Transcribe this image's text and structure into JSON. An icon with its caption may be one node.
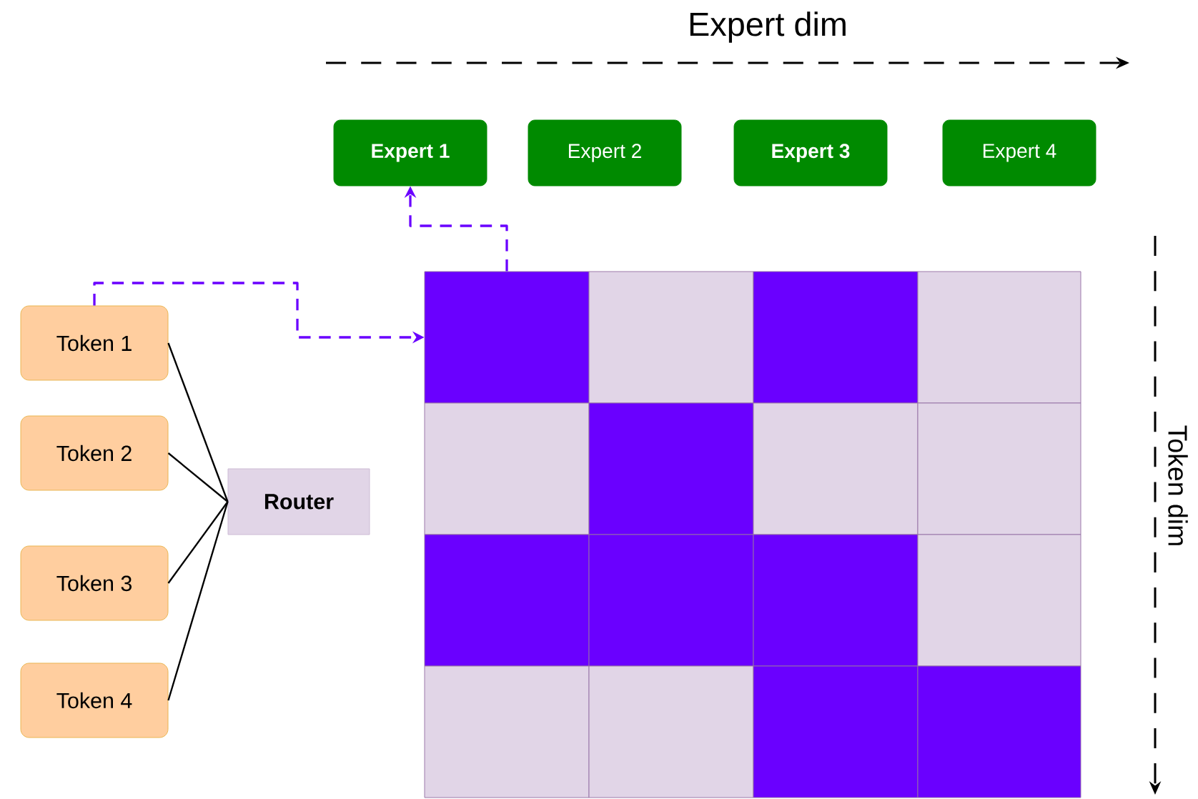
{
  "diagram": {
    "nodes": [
      {
        "text": [
          "Expert 1"
        ]
      },
      {
        "text": [
          "Expert 2"
        ]
      },
      {
        "text": [
          "Expert 3"
        ]
      },
      {
        "text": [
          "Expert 4"
        ]
      },
      {
        "text": [
          "Token 1"
        ]
      },
      {
        "text": [
          "Token 2"
        ]
      },
      {
        "text": [
          "Token 3"
        ]
      },
      {
        "text": [
          "Token 4"
        ]
      },
      {
        "text": [
          "Router"
        ]
      },
      {
        "text": [],
        "shape": "box"
      },
      {
        "text": [],
        "shape": "box"
      },
      {
        "text": [],
        "shape": "box"
      },
      {
        "text": [],
        "shape": "box"
      },
      {
        "text": [],
        "shape": "box"
      },
      {
        "text": [],
        "shape": "box"
      },
      {
        "text": [],
        "shape": "box"
      },
      {
        "text": [],
        "shape": "box"
      },
      {
        "text": [],
        "shape": "box"
      },
      {
        "text": [],
        "shape": "box"
      },
      {
        "text": [],
        "shape": "box"
      },
      {
        "text": [],
        "shape": "box"
      },
      {
        "text": [],
        "shape": "box"
      },
      {
        "text": [],
        "shape": "box"
      },
      {
        "text": [],
        "shape": "box"
      },
      {
        "text": [],
        "shape": "box"
      }
    ],
    "edges": [
      {
        "from": 4,
        "to": 8,
        "arrow": "none"
      },
      {
        "from": 5,
        "to": 8,
        "arrow": "none"
      },
      {
        "from": 6,
        "to": 8,
        "arrow": "none"
      },
      {
        "from": 7,
        "to": 8,
        "arrow": "none"
      },
      {
        "from": 4,
        "to": 9,
        "arrow": "to",
        "style": "dashed",
        "color": "#6a00ff"
      },
      {
        "from": 9,
        "to": 0,
        "arrow": "to",
        "style": "dashed",
        "color": "#6a00ff"
      }
    ],
    "labels": [
      "Expert dim",
      "Token dim"
    ]
  }
}
